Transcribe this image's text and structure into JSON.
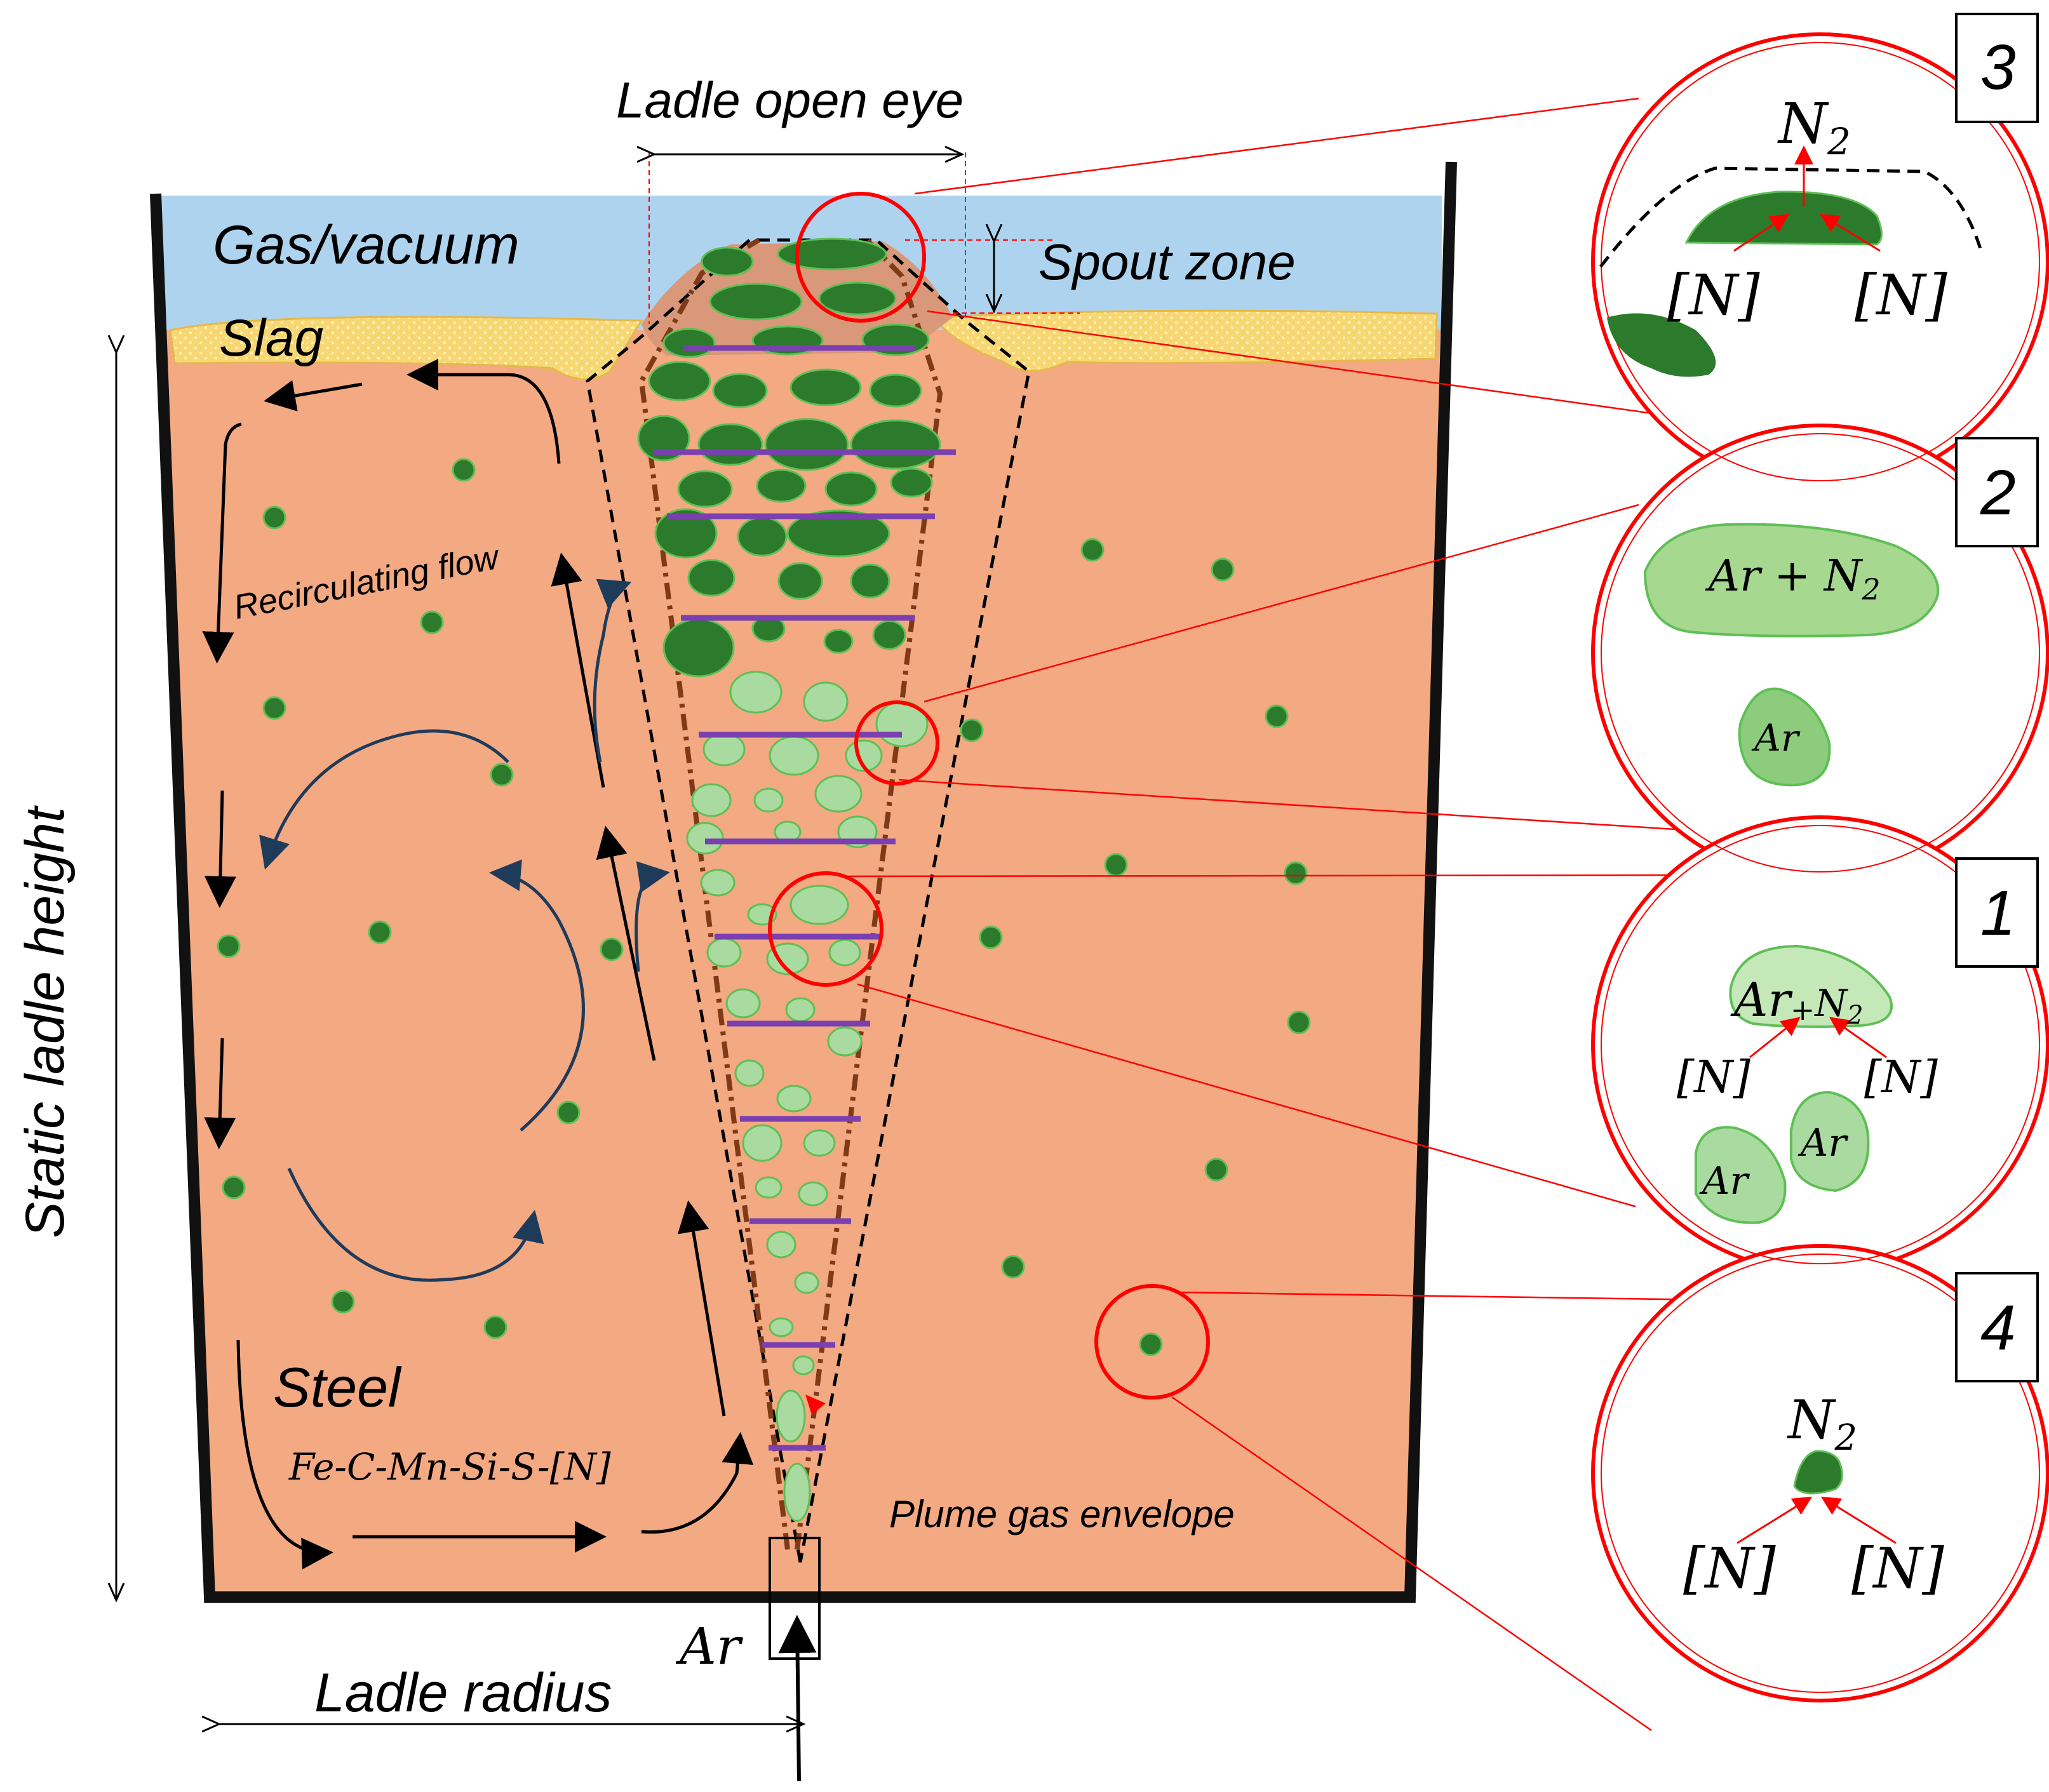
{
  "labels": {
    "ladle_open_eye": "Ladle open eye",
    "spout_zone": "Spout zone",
    "gas_vacuum": "Gas/vacuum",
    "slag": "Slag",
    "recirculating_flow": "Recirculating flow",
    "static_ladle_height": "Static ladle height",
    "steel": "Steel",
    "composition": "Fe-C-Mn-Si-S-[N]",
    "plume_gas_envelope": "Plume gas envelope",
    "ar_inlet": "Ar",
    "ladle_radius": "Ladle radius"
  },
  "insets": [
    {
      "number": "3",
      "n2": "N",
      "n2_sub": "2",
      "left_n": "[N]",
      "right_n": "[N]"
    },
    {
      "number": "2",
      "big_bubble": "Ar + N",
      "big_sub": "2",
      "small_bubble": "Ar"
    },
    {
      "number": "1",
      "mix_ar": "Ar",
      "mix_plus": "+",
      "mix_n": "N",
      "mix_sub": "2",
      "left_n": "[N]",
      "right_n": "[N]",
      "bubble_a": "Ar",
      "bubble_b": "Ar"
    },
    {
      "number": "4",
      "n2": "N",
      "n2_sub": "2",
      "left_n": "[N]",
      "right_n": "[N]"
    }
  ],
  "colors": {
    "steel": "#f3a982",
    "gas": "#aed3ef",
    "slag": "#f7d774",
    "dark_bubble": "#2c7a2b",
    "light_bubble": "#a9dba0",
    "plume_line": "#7f3a17",
    "purple_bar": "#7a3fb0",
    "red": "#ff0000",
    "flow_arrow": "#1f3b5a"
  }
}
